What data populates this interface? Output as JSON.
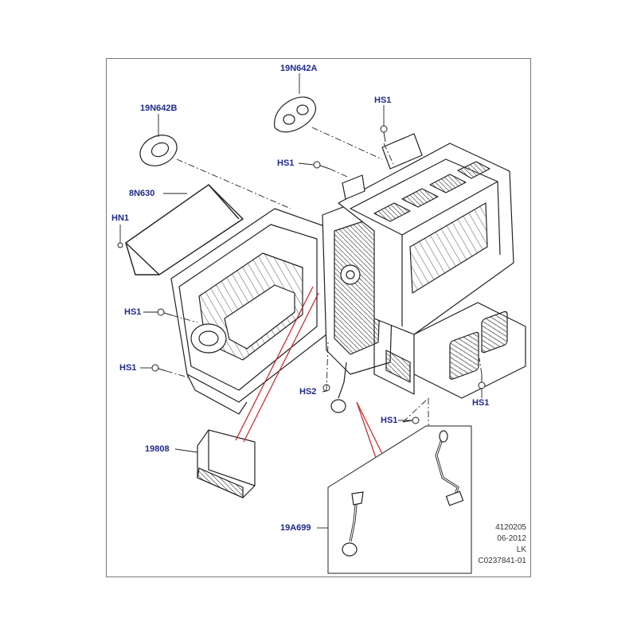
{
  "diagram": {
    "part_labels": {
      "p19n642a": "19N642A",
      "p19n642b": "19N642B",
      "hs1_top": "HS1",
      "hs1_mid": "HS1",
      "p8n630": "8N630",
      "hn1": "HN1",
      "hs1_left_a": "HS1",
      "hs1_left_b": "HS1",
      "hs2": "HS2",
      "hs1_right": "HS1",
      "hs1_bottom": "HS1",
      "p19808": "19808",
      "p19a699": "19A699"
    },
    "reference_block": {
      "line1": "4120205",
      "line2": "06-2012",
      "line3": "LK",
      "line4": "C0237841-01"
    },
    "colors": {
      "label": "#1f2a8c",
      "linework": "#222222",
      "callout_lines": "#cc2222",
      "frame": "#7a7a7a"
    }
  }
}
